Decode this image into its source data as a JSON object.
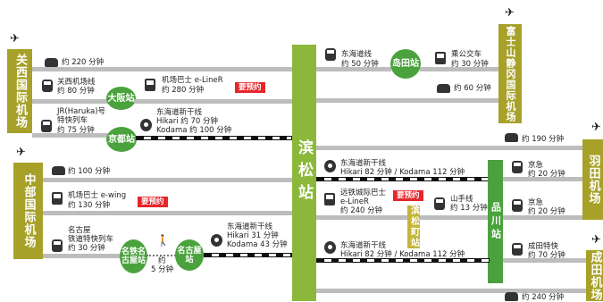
{
  "airports": {
    "kansai": "关西国际机场",
    "chubu": "中部国际机场",
    "fuji": "富士山静冈国际机场",
    "haneda": "羽田机场",
    "narita": "成田机场"
  },
  "hub": "滨松站",
  "stations": {
    "osaka": "大阪站",
    "kyoto": "京都站",
    "nagoya1": "名铁名古屋站",
    "nagoya2": "名古屋站",
    "shimada": "岛田站",
    "hamamatsucho": "滨松町站",
    "shinagawa": "品川站"
  },
  "kansai_routes": {
    "car_time": "约 220 分钟",
    "train1_name": "关西机场线",
    "train1_time": "约 80 分钟",
    "bus_name": "机场巴士 e-LineR",
    "bus_time": "约 280 分钟",
    "reserve": "要预约",
    "train2_name": "JR(Haruka)号",
    "train2_sub": "特快列车",
    "train2_time": "约 75 分钟",
    "shink_name": "东海道新干线",
    "shink_h": "Hikari 约 70 分钟",
    "shink_k": "Kodama 约 100 分钟"
  },
  "chubu_routes": {
    "car_time": "约 100 分钟",
    "bus_name": "机场巴士 e-wing",
    "bus_time": "约 130 分钟",
    "reserve": "要预约",
    "rail_name": "名古屋",
    "rail_sub": "铁道特快列车",
    "rail_time": "约 30 分钟",
    "walk_label": "约",
    "walk_time": "5 分钟",
    "shink_name": "东海道新干线",
    "shink_h": "Hikari 31 分钟",
    "shink_k": "Kodama 43 分钟"
  },
  "fuji_routes": {
    "train_name": "东海道线",
    "train_time": "约 50 分钟",
    "bus_name": "乘公交车",
    "bus_time": "约 30 分钟",
    "car_time": "约 60 分钟"
  },
  "tokyo_routes": {
    "car_time": "约 190 分钟",
    "shink_name": "东海道新干线",
    "shink_times": "Hikari 82 分钟 / Kodama 112 分钟",
    "bus_name": "远铁城际巴士",
    "bus_sub": "e-LineR",
    "bus_time": "约 240 分钟",
    "reserve": "要预约",
    "yamanote_name": "山手线",
    "yamanote_time": "约 13 分钟",
    "keikyu1_name": "京急",
    "keikyu1_time": "约 20 分钟",
    "keikyu2_name": "京急",
    "keikyu2_time": "约 20 分钟",
    "shink2_name": "东海道新干线",
    "shink2_times": "Hikari 82 分钟 / Kodama 112 分钟",
    "narita_name": "成田特快",
    "narita_time": "约 70 分钟",
    "bottom_car": "约 240 分钟"
  },
  "colors": {
    "olive": "#a7a12a",
    "green": "#4aa23d",
    "red": "#e5262b",
    "hub": "#8bb83a"
  }
}
